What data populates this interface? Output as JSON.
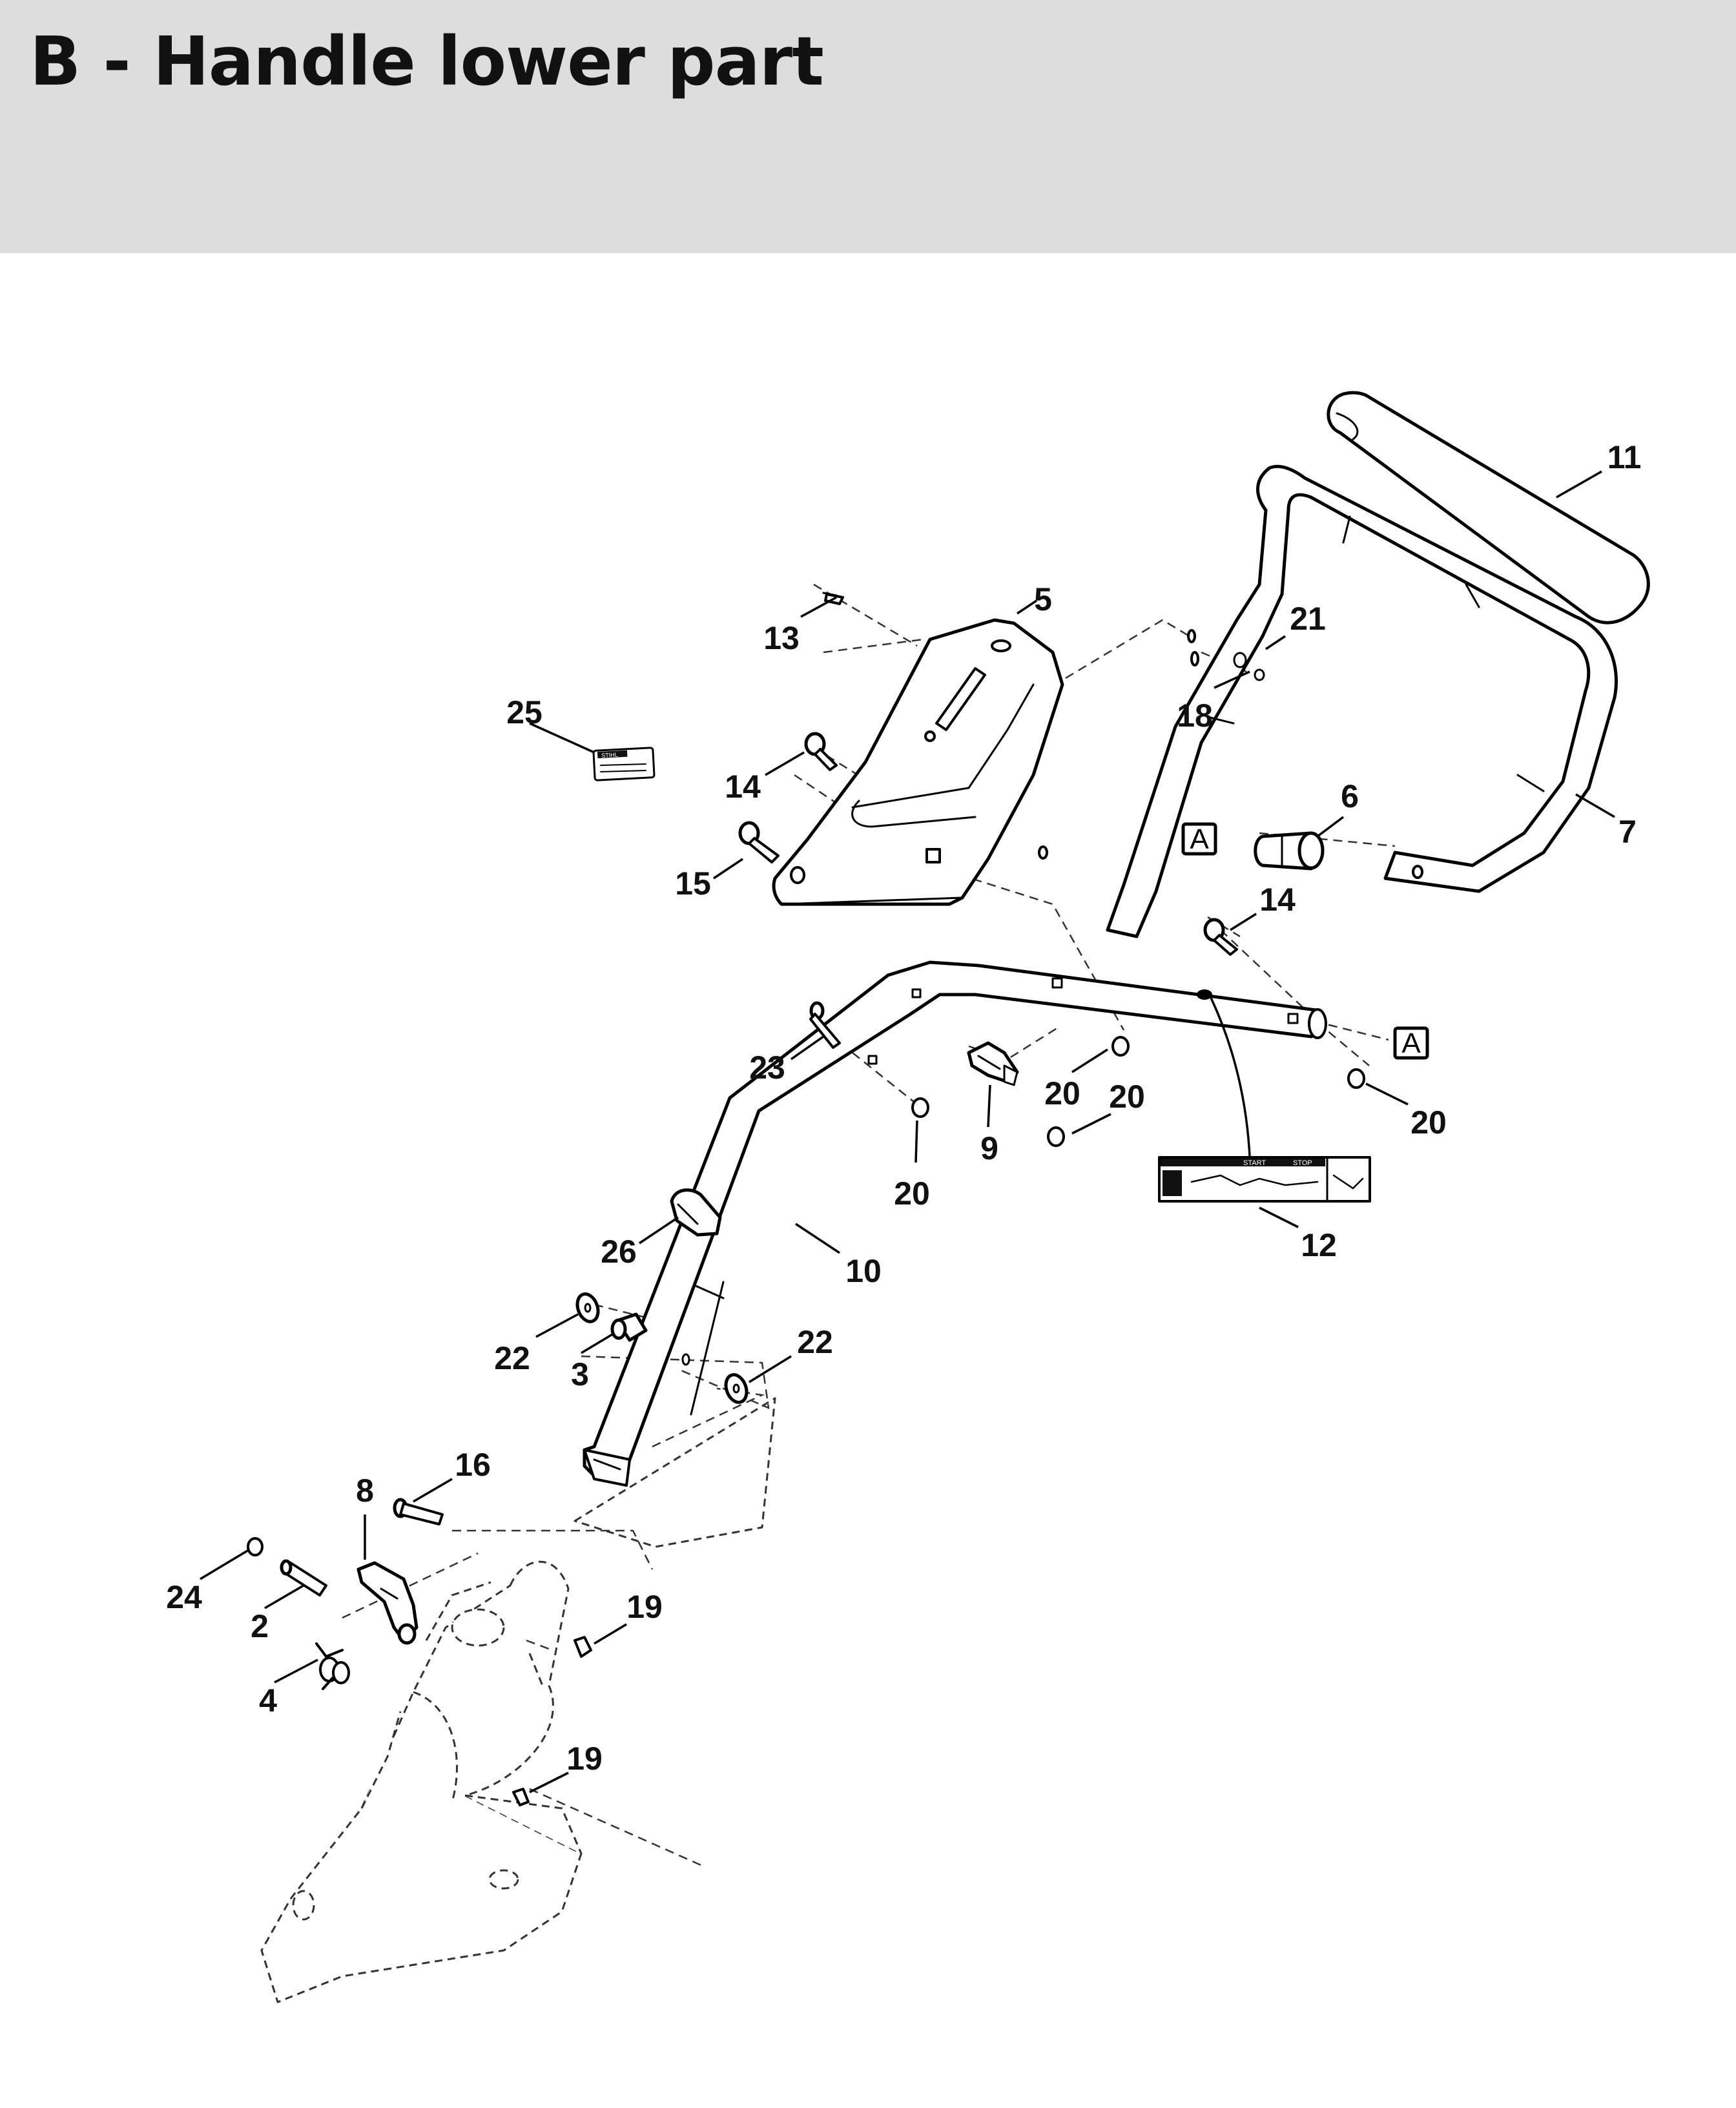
{
  "title": "B - Handle lower part",
  "callouts": [
    {
      "id": "c-11",
      "label": "11"
    },
    {
      "id": "c-5",
      "label": "5"
    },
    {
      "id": "c-13",
      "label": "13"
    },
    {
      "id": "c-21",
      "label": "21"
    },
    {
      "id": "c-18",
      "label": "18"
    },
    {
      "id": "c-25",
      "label": "25"
    },
    {
      "id": "c-14a",
      "label": "14"
    },
    {
      "id": "c-6",
      "label": "6"
    },
    {
      "id": "c-7",
      "label": "7"
    },
    {
      "id": "c-15",
      "label": "15"
    },
    {
      "id": "c-14b",
      "label": "14"
    },
    {
      "id": "c-23",
      "label": "23"
    },
    {
      "id": "c-20a",
      "label": "20"
    },
    {
      "id": "c-20b",
      "label": "20"
    },
    {
      "id": "c-20c",
      "label": "20"
    },
    {
      "id": "c-9",
      "label": "9"
    },
    {
      "id": "c-20d",
      "label": "20"
    },
    {
      "id": "c-12",
      "label": "12"
    },
    {
      "id": "c-26",
      "label": "26"
    },
    {
      "id": "c-10",
      "label": "10"
    },
    {
      "id": "c-22a",
      "label": "22"
    },
    {
      "id": "c-3",
      "label": "3"
    },
    {
      "id": "c-22b",
      "label": "22"
    },
    {
      "id": "c-16",
      "label": "16"
    },
    {
      "id": "c-8",
      "label": "8"
    },
    {
      "id": "c-24",
      "label": "24"
    },
    {
      "id": "c-2",
      "label": "2"
    },
    {
      "id": "c-19a",
      "label": "19"
    },
    {
      "id": "c-4",
      "label": "4"
    },
    {
      "id": "c-19b",
      "label": "19"
    }
  ],
  "reference_markers": [
    "A",
    "A"
  ],
  "label_12_text": [
    "START",
    "STOP"
  ],
  "label_25_text": "STIHL"
}
